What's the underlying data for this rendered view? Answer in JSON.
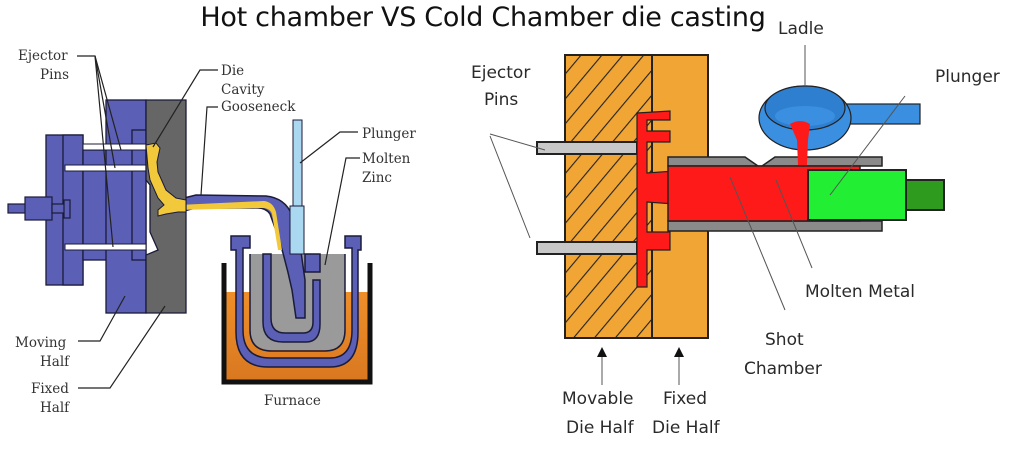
{
  "title": "Hot chamber VS Cold Chamber die casting",
  "hot_chamber": {
    "labels": {
      "ejector_pins_1": "Ejector",
      "ejector_pins_2": "Pins",
      "die_cavity_1": "Die",
      "die_cavity_2": "Cavity",
      "gooseneck": "Gooseneck",
      "plunger": "Plunger",
      "molten_zinc_1": "Molten",
      "molten_zinc_2": "Zinc",
      "moving_half_1": "Moving",
      "moving_half_2": "Half",
      "fixed_half_1": "Fixed",
      "fixed_half_2": "Half",
      "furnace": "Furnace"
    },
    "colors": {
      "die_moving": "#5b5fb5",
      "die_fixed": "#666666",
      "metal": "#f2c93a",
      "plunger": "#aad8f0",
      "molten_zinc": "#9a9a9a",
      "furnace": "#e8892a"
    }
  },
  "cold_chamber": {
    "labels": {
      "ladle": "Ladle",
      "ejector_pins_1": "Ejector",
      "ejector_pins_2": "Pins",
      "plunger": "Plunger",
      "molten_metal": "Molten Metal",
      "shot_chamber_1": "Shot",
      "shot_chamber_2": "Chamber",
      "movable_die_1": "Movable",
      "movable_die_2": "Die Half",
      "fixed_die_1": "Fixed",
      "fixed_die_2": "Die Half"
    },
    "colors": {
      "die": "#f0a535",
      "metal": "#ff1a1a",
      "ladle": "#3a8fe0",
      "plunger": "#22ee33",
      "plunger_rod": "#2e9a1e",
      "shot_chamber": "#8a8a8a",
      "pins": "#c8c8c8"
    }
  }
}
